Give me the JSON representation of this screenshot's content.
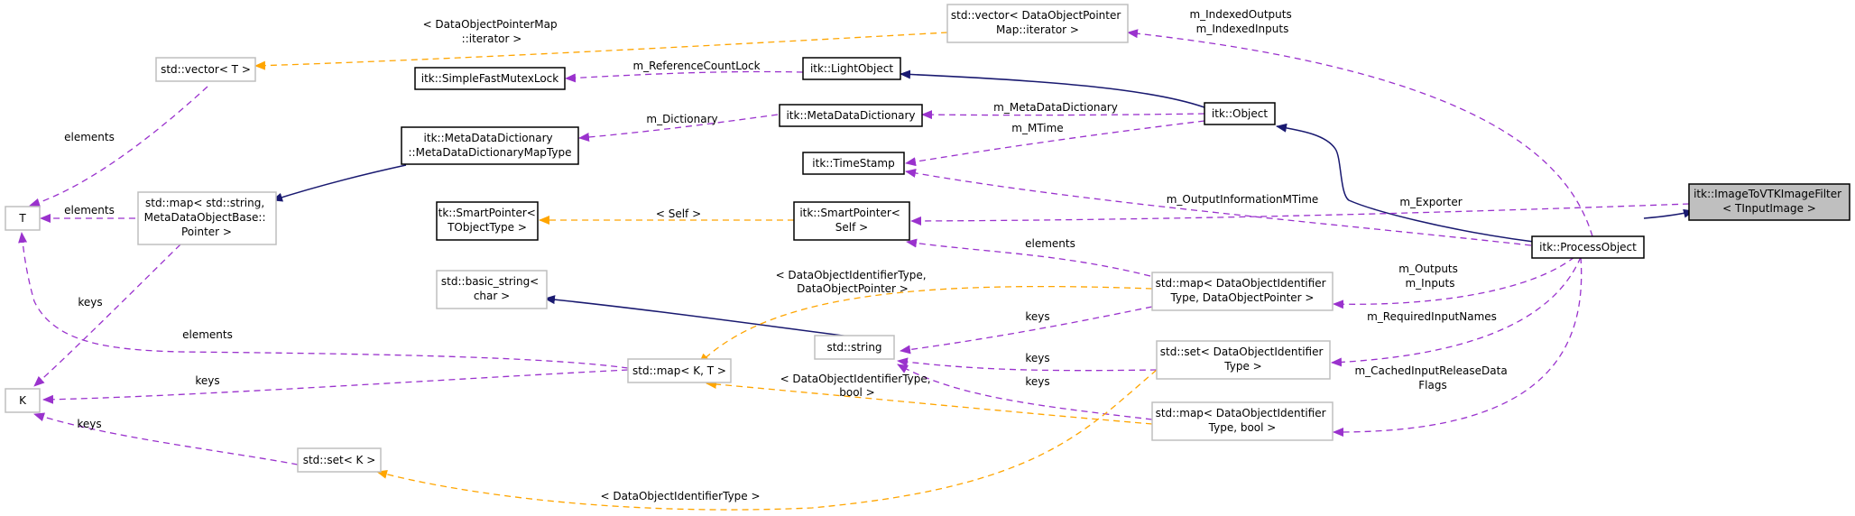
{
  "colors": {
    "inheritance": "#191970",
    "usage": "#9a32cd",
    "template": "#ffa500",
    "focus_fill": "#bfbfbf",
    "grey_border": "#bfbfbf"
  },
  "nodes": {
    "image_to_vtk": [
      "itk::ImageToVTKImageFilter",
      "< TInputImage >"
    ],
    "process_object": [
      "itk::ProcessObject"
    ],
    "object": [
      "itk::Object"
    ],
    "light_object": [
      "itk::LightObject"
    ],
    "mutex_lock": [
      "itk::SimpleFastMutexLock"
    ],
    "meta_data_dictionary": [
      "itk::MetaDataDictionary"
    ],
    "mdd_map_type": [
      "itk::MetaDataDictionary",
      "::MetaDataDictionaryMapType"
    ],
    "time_stamp": [
      "itk::TimeStamp"
    ],
    "smart_pointer_self": [
      "itk::SmartPointer<",
      "Self >"
    ],
    "smart_pointer_t": [
      "itk::SmartPointer<",
      "TObjectType >"
    ],
    "vector_iterator": [
      "std::vector< DataObjectPointer",
      "Map::iterator >"
    ],
    "vector_t": [
      "std::vector< T >"
    ],
    "map_string": [
      "std::map< std::string,",
      "MetaDataObjectBase::",
      "Pointer >"
    ],
    "t_node": [
      "T"
    ],
    "k_node": [
      "K"
    ],
    "basic_string": [
      "std::basic_string<",
      "char >"
    ],
    "std_string": [
      "std::string"
    ],
    "map_kt": [
      "std::map< K, T >"
    ],
    "set_k": [
      "std::set< K >"
    ],
    "map_dataobject_ptr": [
      "std::map< DataObjectIdentifier",
      "Type, DataObjectPointer >"
    ],
    "set_dataobject": [
      "std::set< DataObjectIdentifier",
      "Type >"
    ],
    "map_dataobject_bool": [
      "std::map< DataObjectIdentifier",
      "Type, bool >"
    ]
  },
  "edge_labels": {
    "pointer_map_iterator": [
      "< DataObjectPointerMap",
      "::iterator >"
    ],
    "indexed": [
      "m_IndexedOutputs",
      "m_IndexedInputs"
    ],
    "reference_count_lock": [
      "m_ReferenceCountLock"
    ],
    "dictionary": [
      "m_Dictionary"
    ],
    "meta_data_dictionary": [
      "m_MetaDataDictionary"
    ],
    "mtime": [
      "m_MTime"
    ],
    "output_info_mtime": [
      "m_OutputInformationMTime"
    ],
    "exporter": [
      "m_Exporter"
    ],
    "self": [
      "< Self >"
    ],
    "vector_elements": [
      "elements"
    ],
    "map_elements": [
      "elements"
    ],
    "smart_elements": [
      "elements"
    ],
    "map_keys": [
      "keys"
    ],
    "kt_elements": [
      "elements"
    ],
    "kt_keys": [
      "keys"
    ],
    "set_keys": [
      "keys"
    ],
    "identifier_pointer": [
      "< DataObjectIdentifierType,",
      "DataObjectPointer >"
    ],
    "outputs_inputs": [
      "m_Outputs",
      "m_Inputs"
    ],
    "keys_map_ptr": [
      "keys"
    ],
    "required_input_names": [
      "m_RequiredInputNames"
    ],
    "keys_set": [
      "keys"
    ],
    "keys_map_bool": [
      "keys"
    ],
    "identifier_bool": [
      "< DataObjectIdentifierType,",
      "bool >"
    ],
    "cached_input_release": [
      "m_CachedInputReleaseData",
      "Flags"
    ],
    "identifier_type": [
      "< DataObjectIdentifierType >"
    ]
  }
}
